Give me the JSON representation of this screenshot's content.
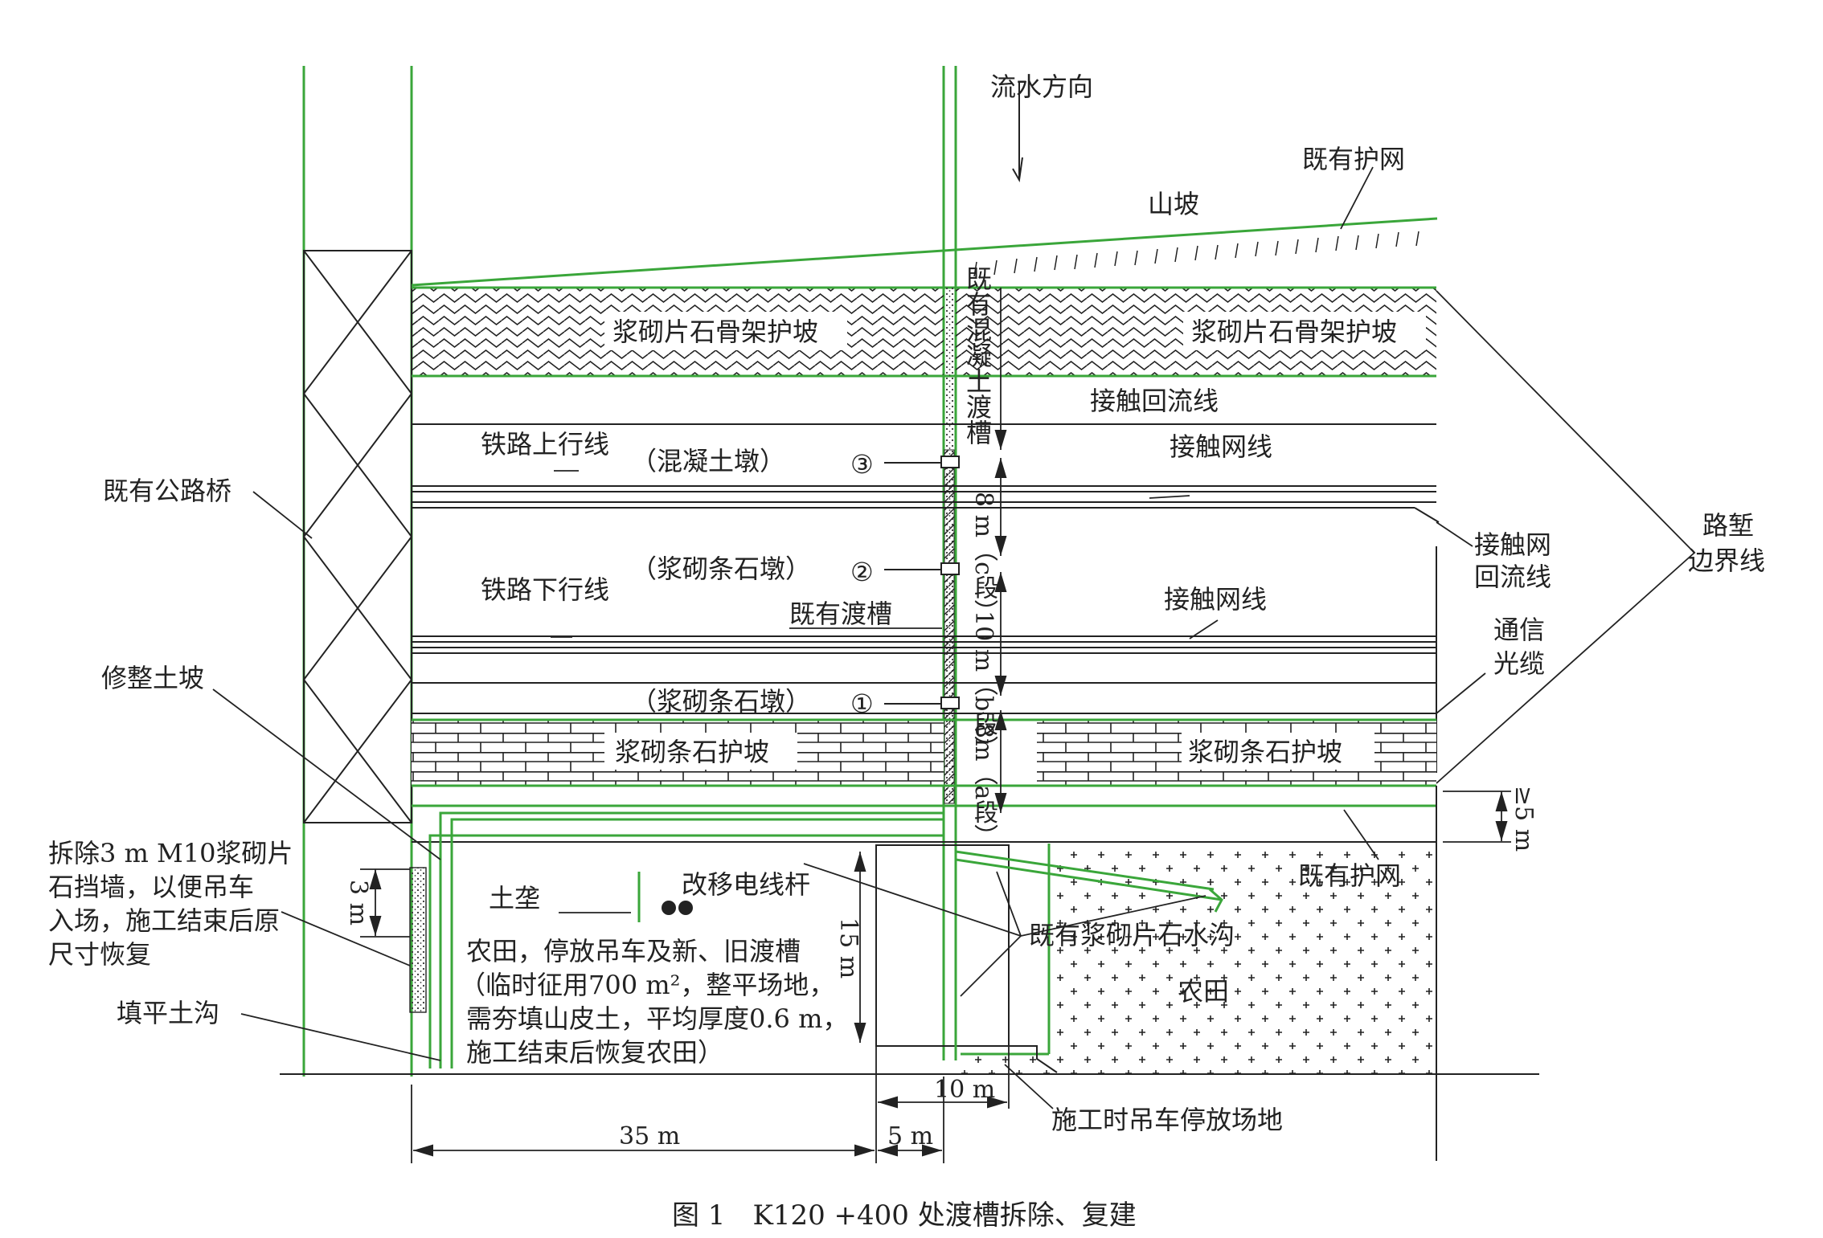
{
  "caption": "图 1　K120 +400 处渡槽拆除、复建",
  "labels": {
    "flow_direction": "流水方向",
    "existing_net_top": "既有护网",
    "hill_slope": "山坡",
    "slope_left": "浆砌片石骨架护坡",
    "slope_right": "浆砌片石骨架护坡",
    "concrete_flume": "既有混凝土渡槽",
    "return_line_top": "接触回流线",
    "up_line": "铁路上行线",
    "contact_wire_1": "接触网线",
    "concrete_pier": "（混凝土墩）",
    "pier3": "③",
    "highway_bridge": "既有公路桥",
    "c_seg": "8 m（c段）",
    "catenary_return_1": "接触网",
    "catenary_return_2": "回流线",
    "cut_boundary_1": "路堑",
    "cut_boundary_2": "边界线",
    "stone_pier2": "（浆砌条石墩）",
    "pier2": "②",
    "down_line": "铁路下行线",
    "existing_flume": "既有渡槽",
    "contact_wire_2": "接触网线",
    "b_seg": "10 m（b段）",
    "telecom_1": "通信",
    "telecom_2": "光缆",
    "trim_slope": "修整土坡",
    "stone_pier1": "（浆砌条石墩）",
    "pier1": "①",
    "a_seg": "8m（a段）",
    "stone_slope_left": "浆砌条石护坡",
    "stone_slope_right": "浆砌条石护坡",
    "ge5m": "≥5 m",
    "demolish_1": "拆除3 m M10浆砌片",
    "demolish_2": "石挡墙，以便吊车",
    "demolish_3": "入场，施工结束后原",
    "demolish_4": "尺寸恢复",
    "dim_3m": "3 m",
    "earth_ridge": "土垄",
    "move_pole": "改移电线杆",
    "existing_net_bottom": "既有护网",
    "farmland_1": "农田，停放吊车及新、旧渡槽",
    "farmland_2": "（临时征用700 m²，整平场地，",
    "farmland_3": "需夯填山皮土，平均厚度0.6 m，",
    "farmland_4": "施工结束后恢复农田）",
    "dim_15m": "15 m",
    "stone_ditch": "既有浆砌片石水沟",
    "farmland_right": "农田",
    "fill_ditch": "填平土沟",
    "dim_10m": "10 m",
    "crane_area": "施工时吊车停放场地",
    "dim_35m": "35 m",
    "dim_5m": "5 m"
  },
  "colors": {
    "green": "#3aa63a",
    "ink": "#222222"
  }
}
